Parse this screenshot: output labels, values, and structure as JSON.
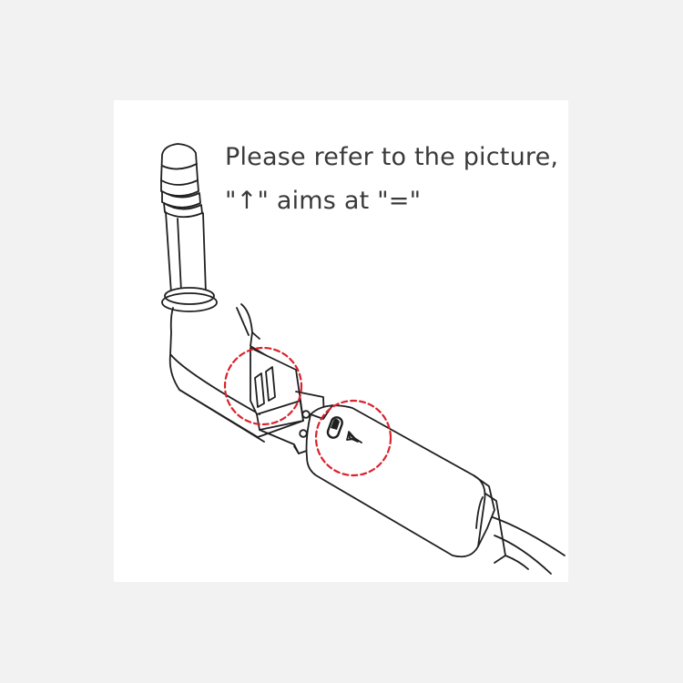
{
  "instruction": {
    "line1": "Please refer to the picture,",
    "line2": "\"↑\" aims at \"=\""
  },
  "colors": {
    "background": "#f2f2f2",
    "card": "#ffffff",
    "line": "#1f1f1f",
    "highlight": "#d9232d",
    "text": "#3a3a3a"
  },
  "illustration": {
    "subject": "3.5mm-right-angle-plug-adapter",
    "markers": [
      "equals-alignment-mark",
      "up-arrow-alignment-mark"
    ]
  }
}
